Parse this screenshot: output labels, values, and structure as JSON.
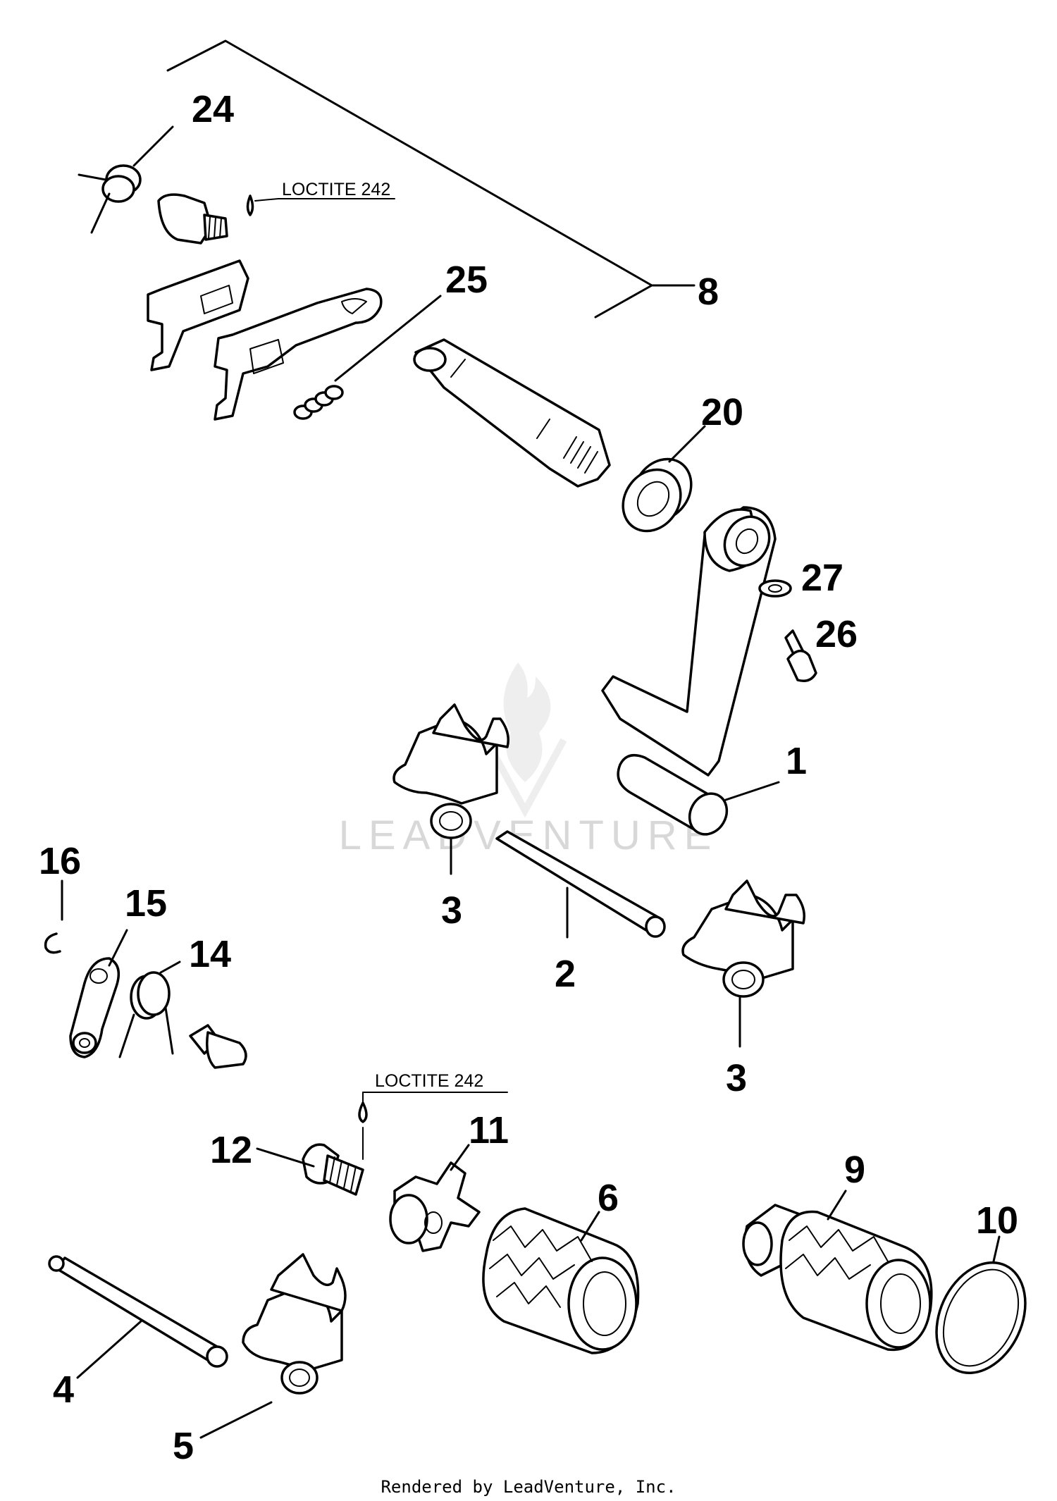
{
  "callouts": {
    "c1": "1",
    "c2": "2",
    "c3a": "3",
    "c3b": "3",
    "c4": "4",
    "c5": "5",
    "c6": "6",
    "c8": "8",
    "c9": "9",
    "c10": "10",
    "c11": "11",
    "c12": "12",
    "c14": "14",
    "c15": "15",
    "c16": "16",
    "c20": "20",
    "c24": "24",
    "c25": "25",
    "c26": "26",
    "c27": "27"
  },
  "notes": {
    "loctite_top": "LOCTITE 242",
    "loctite_bottom": "LOCTITE 242"
  },
  "watermark": "LEADVENTURE",
  "footer": "Rendered by LeadVenture, Inc."
}
